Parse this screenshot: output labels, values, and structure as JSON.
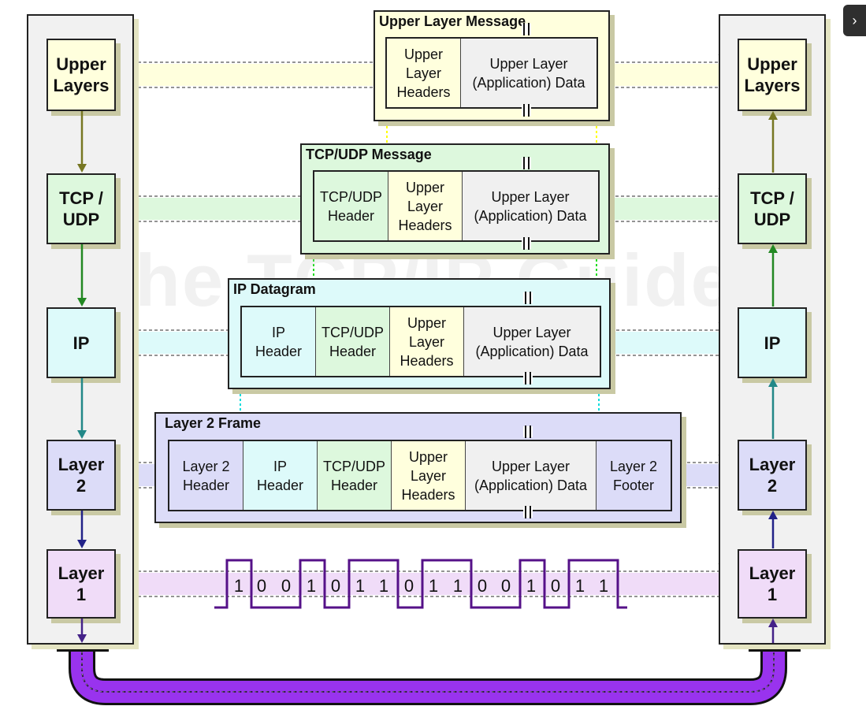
{
  "watermark": "The TCP/IP Guide",
  "colors": {
    "upper": "#ffffdd",
    "tcp": "#ddf8dd",
    "ip": "#ddfafa",
    "layer2": "#dcdcf8",
    "layer1": "#f0dcf8",
    "arrow_upper": "#777722",
    "arrow_tcp": "#228822",
    "arrow_ip": "#228888",
    "arrow_l2": "#222288",
    "arrow_l1": "#442288",
    "cable": "#9933ee",
    "signal": "#551188"
  },
  "stacks": {
    "left": {
      "layers": [
        {
          "label": "Upper\nLayers"
        },
        {
          "label": "TCP /\nUDP"
        },
        {
          "label": "IP"
        },
        {
          "label": "Layer\n2"
        },
        {
          "label": "Layer\n1"
        }
      ]
    },
    "right": {
      "layers": [
        {
          "label": "Upper\nLayers"
        },
        {
          "label": "TCP /\nUDP"
        },
        {
          "label": "IP"
        },
        {
          "label": "Layer\n2"
        },
        {
          "label": "Layer\n1"
        }
      ]
    }
  },
  "messages": {
    "upper": {
      "title": "Upper Layer Message",
      "fields": [
        {
          "text": "Upper\nLayer\nHeaders"
        },
        {
          "text": "Upper Layer\n(Application) Data"
        }
      ]
    },
    "tcp": {
      "title": "TCP/UDP Message",
      "fields": [
        {
          "text": "TCP/UDP\nHeader"
        },
        {
          "text": "Upper\nLayer\nHeaders"
        },
        {
          "text": "Upper Layer\n(Application) Data"
        }
      ]
    },
    "ip": {
      "title": "IP Datagram",
      "fields": [
        {
          "text": "IP\nHeader"
        },
        {
          "text": "TCP/UDP\nHeader"
        },
        {
          "text": "Upper\nLayer\nHeaders"
        },
        {
          "text": "Upper Layer\n(Application) Data"
        }
      ]
    },
    "l2": {
      "title": "Layer 2 Frame",
      "fields": [
        {
          "text": "Layer 2\nHeader"
        },
        {
          "text": "IP\nHeader"
        },
        {
          "text": "TCP/UDP\nHeader"
        },
        {
          "text": "Upper\nLayer\nHeaders"
        },
        {
          "text": "Upper Layer\n(Application) Data"
        },
        {
          "text": "Layer 2\nFooter"
        }
      ]
    }
  },
  "bits": [
    "1",
    "0",
    "0",
    "1",
    "0",
    "1",
    "1",
    "0",
    "1",
    "1",
    "0",
    "0",
    "1",
    "0",
    "1",
    "1"
  ]
}
